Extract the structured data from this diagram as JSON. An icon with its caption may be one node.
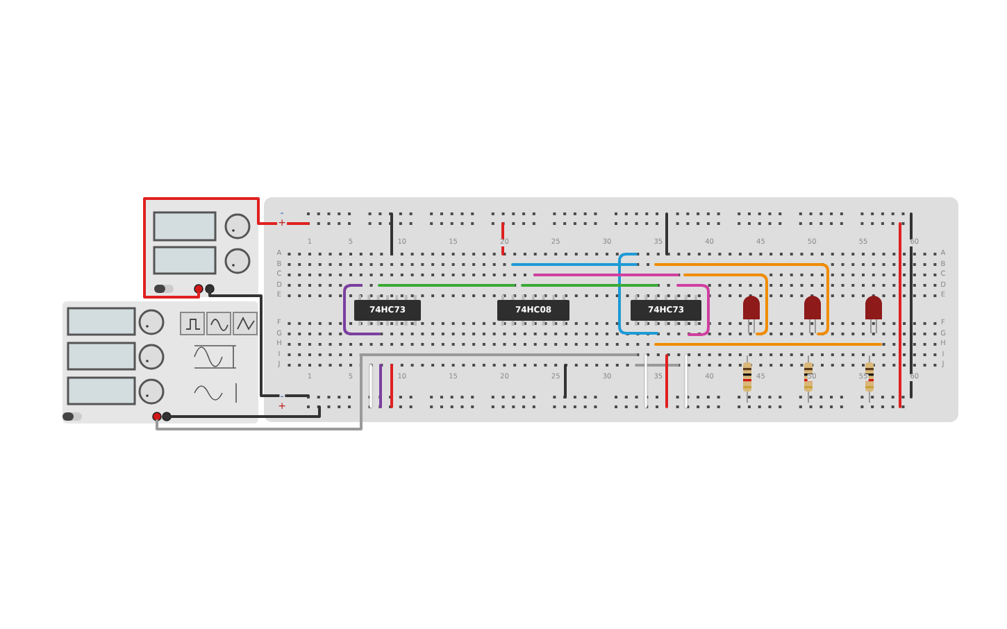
{
  "diagram": {
    "nodes": [
      {
        "text": [],
        "shape": "box"
      },
      {
        "text": [],
        "shape": "box"
      },
      {
        "text": [],
        "shape": "box"
      },
      {
        "text": [
          "74HC73"
        ],
        "in": 2
      },
      {
        "text": [
          "74HC08"
        ],
        "in": 2
      },
      {
        "text": [
          "74HC73"
        ],
        "in": 2
      }
    ],
    "edges": [
      {
        "from": 0,
        "to": 2,
        "arrow": "none",
        "color": "#e02020"
      },
      {
        "from": 0,
        "to": 2,
        "arrow": "none",
        "color": "#333333"
      },
      {
        "from": 1,
        "to": 2,
        "arrow": "none",
        "color": "#333333"
      },
      {
        "from": 1,
        "to": 2,
        "arrow": "none",
        "color": "#9a9a9a"
      }
    ],
    "labels": [
      "-",
      "+",
      "1",
      "5",
      "10",
      "15",
      "20",
      "25",
      "30",
      "35",
      "40",
      "45",
      "50",
      "55",
      "60",
      "A",
      "A",
      "B",
      "B",
      "C",
      "C",
      "D",
      "D",
      "E",
      "E",
      "F",
      "F",
      "G",
      "G",
      "H",
      "H",
      "I",
      "I",
      "J",
      "J",
      "1",
      "5",
      "10",
      "15",
      "20",
      "25",
      "30",
      "35",
      "40",
      "45",
      "50",
      "55",
      "60",
      "-",
      "+"
    ]
  }
}
